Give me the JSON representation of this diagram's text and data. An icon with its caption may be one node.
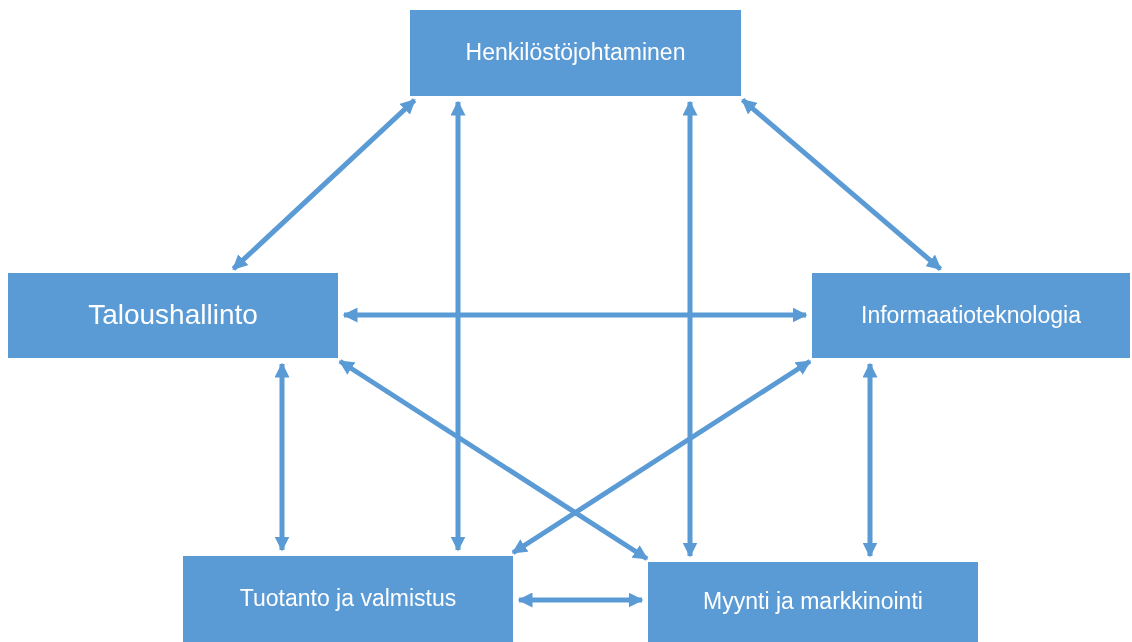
{
  "diagram": {
    "nodes": [
      {
        "text": [
          "Henkilöstöjohtaminen"
        ]
      },
      {
        "text": [
          "Taloushallinto"
        ]
      },
      {
        "text": [
          "Informaatioteknologia"
        ]
      },
      {
        "text": [
          "Tuotanto ja valmistus"
        ]
      },
      {
        "text": [
          "Myynti ja markkinointi"
        ]
      }
    ],
    "edges": [
      {
        "from": 0,
        "to": 1,
        "arrow": "both"
      },
      {
        "from": 0,
        "to": 3,
        "arrow": "both"
      },
      {
        "from": 0,
        "to": 4,
        "arrow": "both"
      },
      {
        "from": 0,
        "to": 2,
        "arrow": "both"
      },
      {
        "from": 1,
        "to": 2,
        "arrow": "both"
      },
      {
        "from": 1,
        "to": 3,
        "arrow": "both"
      },
      {
        "from": 1,
        "to": 4,
        "arrow": "both"
      },
      {
        "from": 2,
        "to": 3,
        "arrow": "both"
      },
      {
        "from": 2,
        "to": 4,
        "arrow": "both"
      },
      {
        "from": 3,
        "to": 4,
        "arrow": "both"
      }
    ]
  }
}
